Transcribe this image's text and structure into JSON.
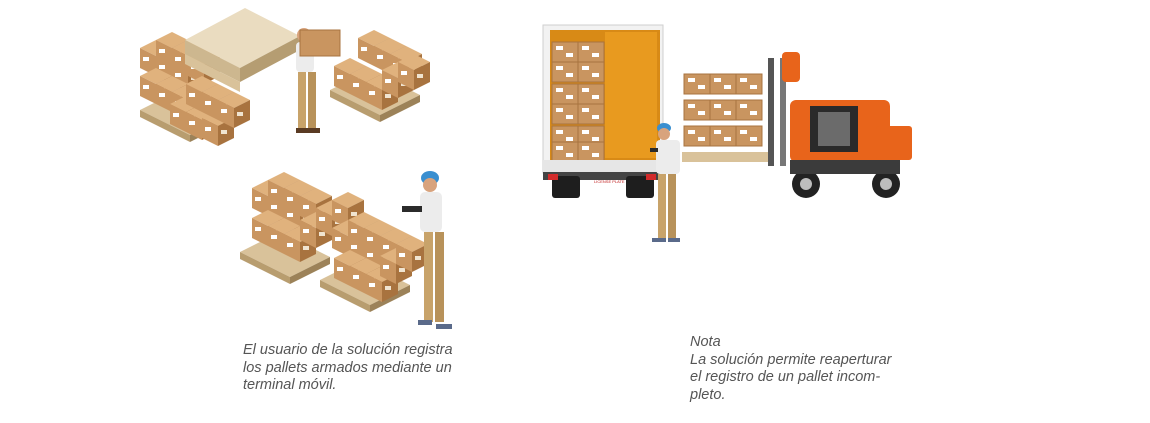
{
  "captions": {
    "left": {
      "lines": [
        "El usuario de la solución registra",
        "los pallets armados mediante un",
        "terminal móvil."
      ]
    },
    "right": {
      "title": "Nota",
      "lines": [
        "La solución permite reaperturar",
        "el registro de un pallet incom-",
        "pleto."
      ]
    }
  },
  "truck": {
    "plate_text": "LICENSE PLATE"
  },
  "colors": {
    "box": "#c99560",
    "box_dark": "#a8733f",
    "box_top": "#e0b27d",
    "pallet": "#d9c29a",
    "truck_orange": "#e07a1f",
    "forklift": "#e8641b",
    "caption_text": "#555555"
  }
}
